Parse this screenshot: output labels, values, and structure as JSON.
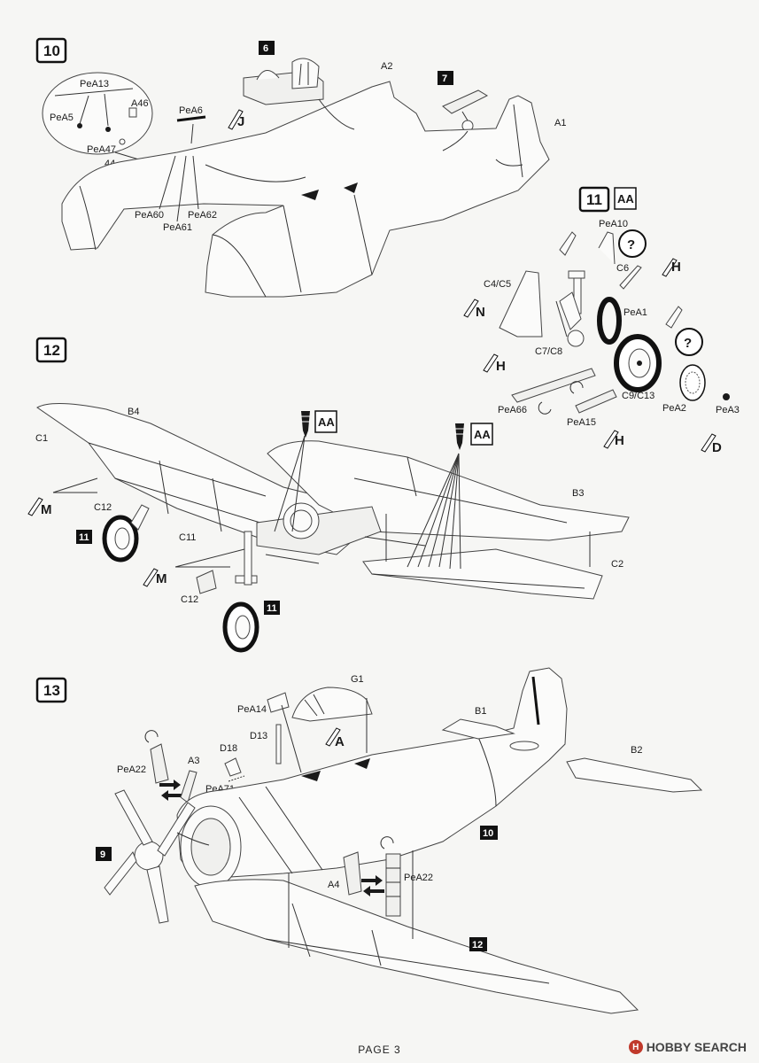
{
  "steps": {
    "s10": {
      "num": "10",
      "labels": {
        "A2": "A2",
        "A1": "A1",
        "PeA13": "PeA13",
        "PeA5": "PeA5",
        "A46": "A46",
        "PeA47": "PeA47",
        "n44": "44",
        "PeA6": "PeA6",
        "J": "J",
        "PeA60": "PeA60",
        "PeA61": "PeA61",
        "PeA62": "PeA62",
        "ref6": "6",
        "ref7": "7"
      }
    },
    "s11": {
      "num": "11",
      "aa": "AA",
      "labels": {
        "PeA10": "PeA10",
        "C6": "C6",
        "H1": "H",
        "C4C5": "C4/C5",
        "N": "N",
        "PeA1": "PeA1",
        "C7C8": "C7/C8",
        "H2": "H",
        "C9C13": "C9/C13",
        "PeA66": "PeA66",
        "PeA15": "PeA15",
        "PeA2": "PeA2",
        "PeA3": "PeA3",
        "H3": "H",
        "D": "D",
        "q1": "?",
        "q2": "?"
      }
    },
    "s12": {
      "num": "12",
      "aa1": "AA",
      "aa2": "AA",
      "labels": {
        "B4": "B4",
        "C1": "C1",
        "M1": "M",
        "C12a": "C12",
        "ref11a": "11",
        "C11": "C11",
        "M2": "M",
        "C12b": "C12",
        "ref11b": "11",
        "B3": "B3",
        "C2": "C2"
      }
    },
    "s13": {
      "num": "13",
      "labels": {
        "G1": "G1",
        "PeA14": "PeA14",
        "B1": "B1",
        "D13": "D13",
        "A": "A",
        "B2": "B2",
        "D18": "D18",
        "PeA22a": "PeA22",
        "A3": "A3",
        "PeA71": "PeA71",
        "ref9": "9",
        "ref10": "10",
        "A4": "A4",
        "PeA22b": "PeA22",
        "ref12": "12"
      }
    }
  },
  "footer": {
    "page": "PAGE 3"
  },
  "watermark": {
    "mark": "H",
    "text": "HOBBY SEARCH"
  }
}
